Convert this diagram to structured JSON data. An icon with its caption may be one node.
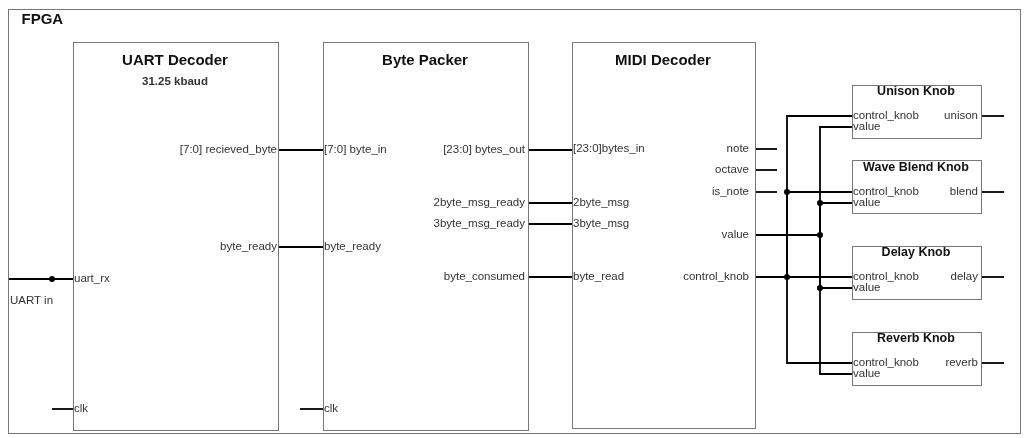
{
  "diagram": {
    "nodes": [
      {
        "text": [
          "FPGA"
        ]
      },
      {
        "text": [
          "UART Decoder",
          "31.25 kbaud",
          "[7:0] recieved_byte",
          "byte_ready",
          "uart_rx",
          "clk"
        ],
        "in": 0
      },
      {
        "text": [
          "Byte Packer",
          "[7:0] byte_in",
          "[23:0] bytes_out",
          "2byte_msg_ready",
          "3byte_msg_ready",
          "byte_ready",
          "byte_consumed",
          "clk"
        ],
        "in": 0
      },
      {
        "text": [
          "MIDI Decoder",
          "[23:0]bytes_in",
          "note",
          "octave",
          "is_note",
          "2byte_msg",
          "3byte_msg",
          "value",
          "byte_read",
          "control_knob"
        ],
        "in": 0
      },
      {
        "text": [
          "Unison Knob",
          "control_knob",
          "unison",
          "value"
        ],
        "in": 0
      },
      {
        "text": [
          "Wave Blend Knob",
          "control_knob",
          "blend",
          "value"
        ],
        "in": 0
      },
      {
        "text": [
          "Delay Knob",
          "control_knob",
          "delay",
          "value"
        ],
        "in": 0
      },
      {
        "text": [
          "Reverb Knob",
          "control_knob",
          "reverb",
          "value"
        ],
        "in": 0
      }
    ],
    "edges": [
      {
        "from": null,
        "to": 1,
        "arrow": "none",
        "label": "UART in"
      },
      {
        "from": null,
        "to": 1,
        "arrow": "none"
      },
      {
        "from": 1,
        "to": 2,
        "arrow": "none"
      },
      {
        "from": 1,
        "to": 2,
        "arrow": "none"
      },
      {
        "from": null,
        "to": 2,
        "arrow": "none"
      },
      {
        "from": 2,
        "to": 3,
        "arrow": "none"
      },
      {
        "from": 2,
        "to": 3,
        "arrow": "none"
      },
      {
        "from": 2,
        "to": 3,
        "arrow": "none"
      },
      {
        "from": 2,
        "to": 3,
        "arrow": "none"
      },
      {
        "from": 3,
        "to": null,
        "arrow": "none"
      },
      {
        "from": 3,
        "to": null,
        "arrow": "none"
      },
      {
        "from": 3,
        "to": null,
        "arrow": "none"
      },
      {
        "from": 3,
        "to": 4,
        "arrow": "none"
      },
      {
        "from": 3,
        "to": 5,
        "arrow": "none"
      },
      {
        "from": 3,
        "to": 6,
        "arrow": "none"
      },
      {
        "from": 3,
        "to": 7,
        "arrow": "none"
      },
      {
        "from": 3,
        "to": 4,
        "arrow": "none"
      },
      {
        "from": 3,
        "to": 5,
        "arrow": "none"
      },
      {
        "from": 3,
        "to": 6,
        "arrow": "none"
      },
      {
        "from": 3,
        "to": 7,
        "arrow": "none"
      },
      {
        "from": 4,
        "to": null,
        "arrow": "none"
      },
      {
        "from": 5,
        "to": null,
        "arrow": "none"
      },
      {
        "from": 6,
        "to": null,
        "arrow": "none"
      },
      {
        "from": 7,
        "to": null,
        "arrow": "none"
      }
    ]
  }
}
